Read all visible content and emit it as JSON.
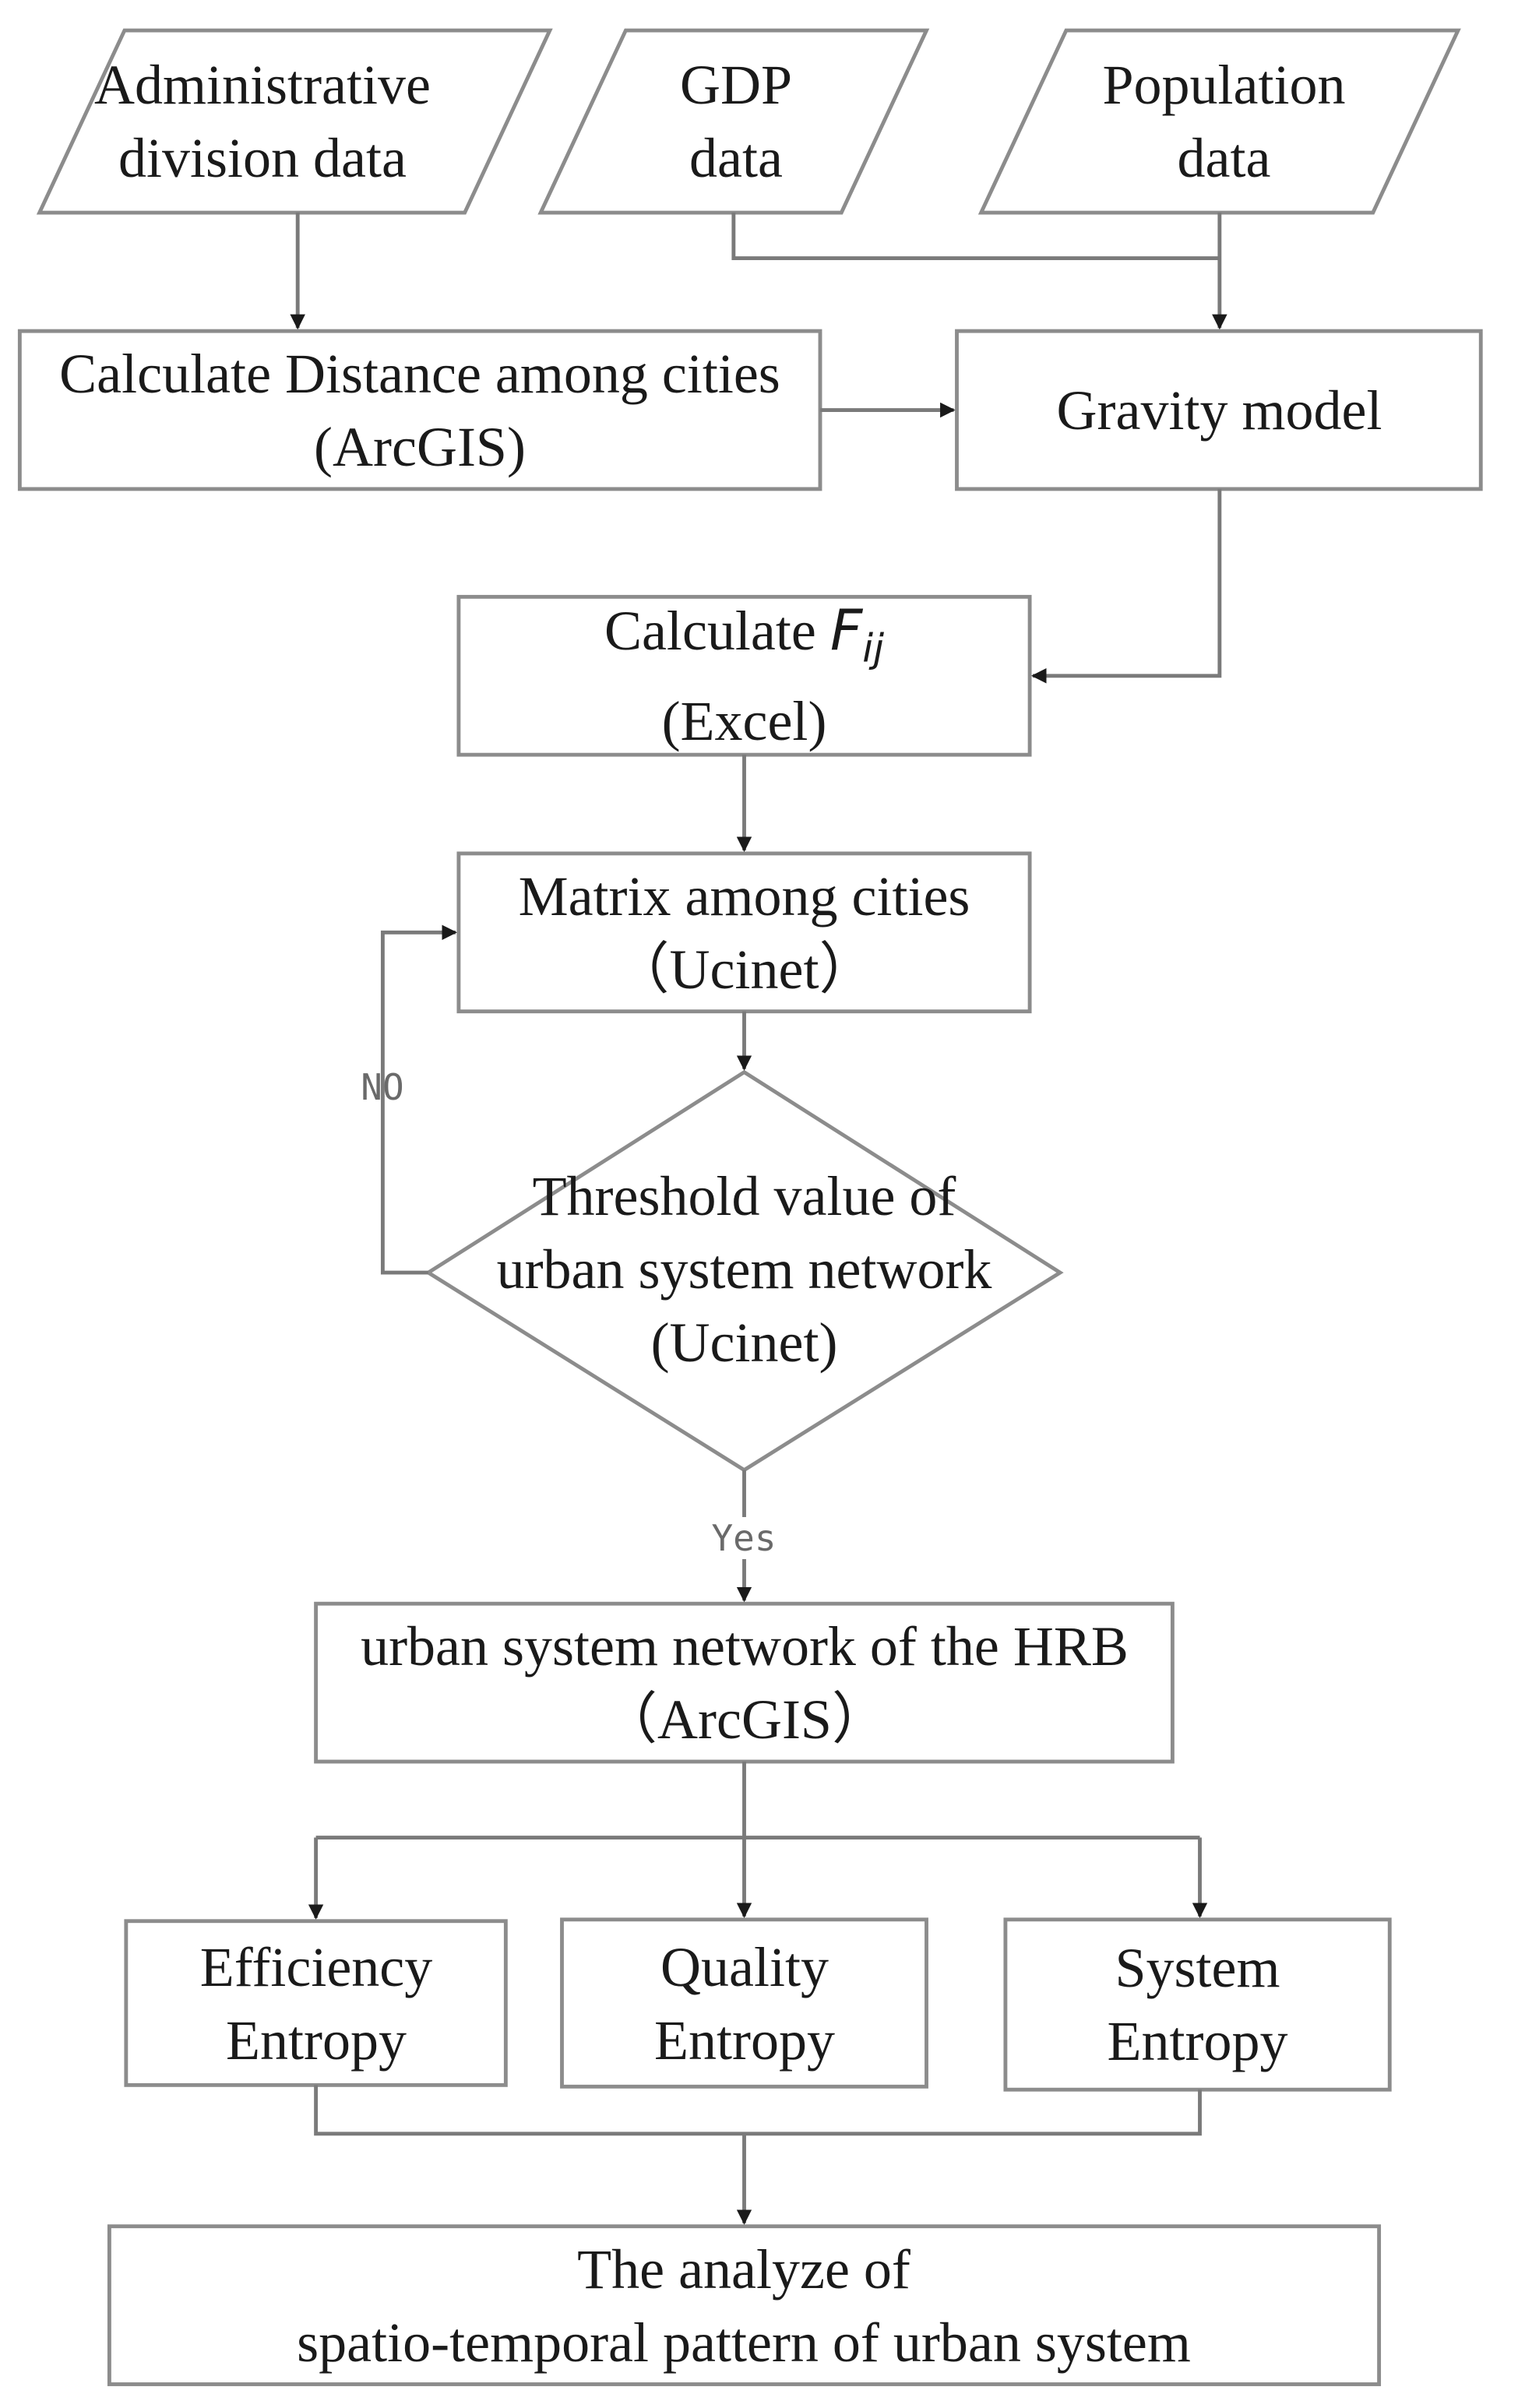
{
  "nodes": {
    "admin": {
      "line1": "Administrative",
      "line2": "division data"
    },
    "gdp": {
      "line1": "GDP",
      "line2": "data"
    },
    "population": {
      "line1": "Population",
      "line2": "data"
    },
    "distance": {
      "line1": "Calculate Distance among cities",
      "line2": "(ArcGIS)"
    },
    "gravity": {
      "line1": "Gravity model"
    },
    "fij": {
      "prefix": "Calculate ",
      "symbol": "F",
      "subscript": "ij",
      "line2": "(Excel)"
    },
    "matrix": {
      "line1": "Matrix among cities",
      "line2": "（Ucinet）"
    },
    "threshold": {
      "line1": "Threshold value of",
      "line2": "urban system network",
      "line3": "(Ucinet)"
    },
    "network": {
      "line1": "urban system network of the HRB",
      "line2": "（ArcGIS）"
    },
    "efficiency": {
      "line1": "Efficiency",
      "line2": "Entropy"
    },
    "quality": {
      "line1": "Quality",
      "line2": "Entropy"
    },
    "system": {
      "line1": "System",
      "line2": "Entropy"
    },
    "analyze": {
      "line1": "The analyze of",
      "line2": "spatio-temporal pattern of urban system"
    }
  },
  "edges": {
    "no": "NO",
    "yes": "Yes"
  }
}
